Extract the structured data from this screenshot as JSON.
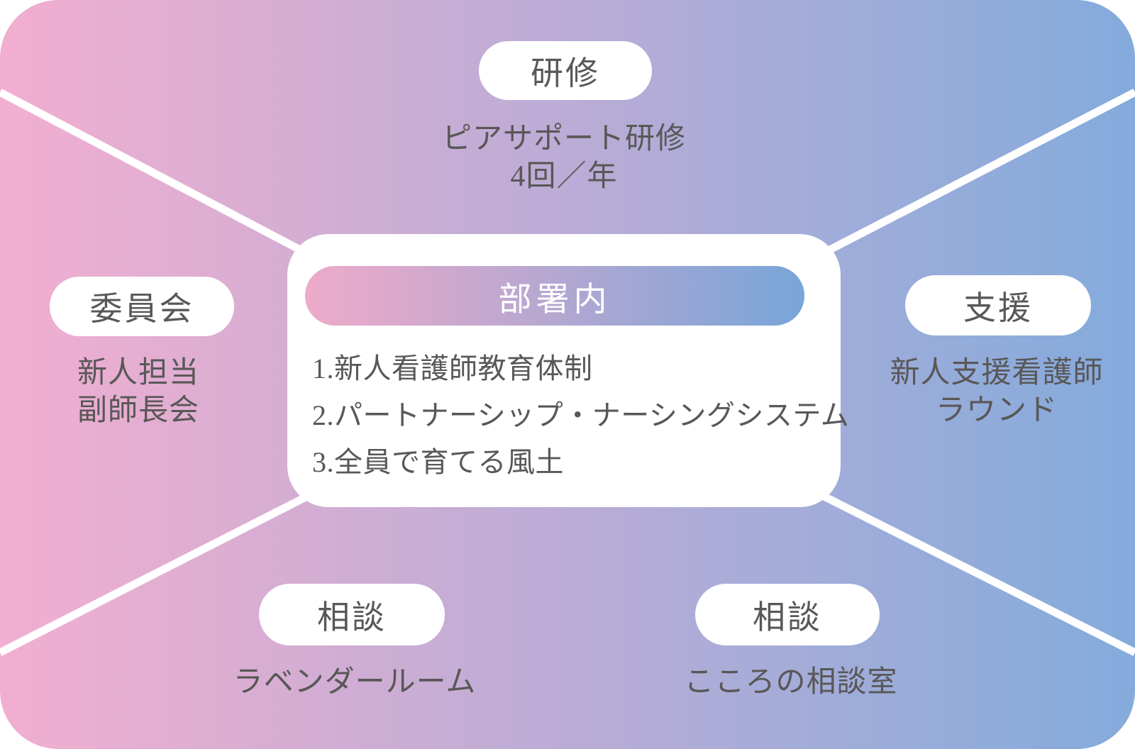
{
  "colors": {
    "bg_gradient_left": "#f2aed0",
    "bg_gradient_right": "#83abdc",
    "pill_gradient_left": "#efaac9",
    "pill_gradient_right": "#78a5d9",
    "node_bg": "#ffffff",
    "connector": "#ffffff",
    "text": "#595757",
    "header_text": "#ffffff"
  },
  "center": {
    "title": "部署内",
    "items": [
      "1.新人看護師教育体制",
      "2.パートナーシップ・ナーシングシステム",
      "3.全員で育てる風土"
    ]
  },
  "nodes": {
    "top": {
      "label": "研修",
      "line1": "ピアサポート研修",
      "line2": "4回／年"
    },
    "left": {
      "label": "委員会",
      "line1": "新人担当",
      "line2": "副師長会"
    },
    "right": {
      "label": "支援",
      "line1": "新人支援看護師",
      "line2": "ラウンド"
    },
    "bottom_left": {
      "label": "相談",
      "line1": "ラベンダールーム"
    },
    "bottom_right": {
      "label": "相談",
      "line1": "こころの相談室"
    }
  }
}
